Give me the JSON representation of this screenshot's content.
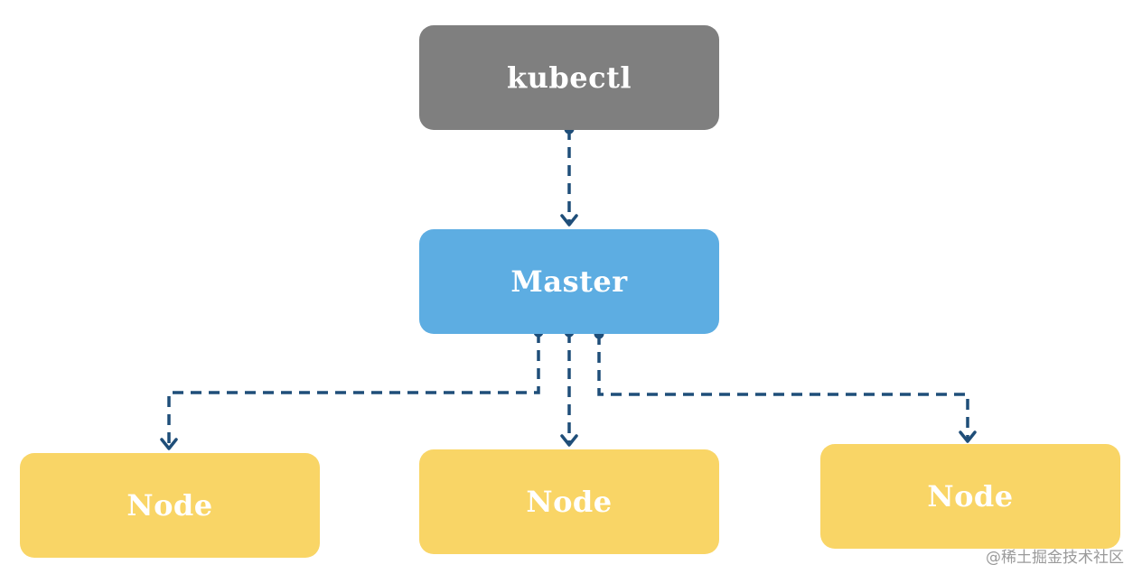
{
  "nodes": {
    "kubectl": {
      "label": "kubectl"
    },
    "master": {
      "label": "Master"
    },
    "workers": [
      {
        "label": "Node"
      },
      {
        "label": "Node"
      },
      {
        "label": "Node"
      }
    ]
  },
  "edges": [
    {
      "from": "kubectl",
      "to": "master",
      "style": "dashed"
    },
    {
      "from": "master",
      "to": "workers.0",
      "style": "dashed"
    },
    {
      "from": "master",
      "to": "workers.1",
      "style": "dashed"
    },
    {
      "from": "master",
      "to": "workers.2",
      "style": "dashed"
    }
  ],
  "colors": {
    "kubectl_fill": "#7f7f7f",
    "master_fill": "#5dade2",
    "node_fill": "#f9d566",
    "connector": "#1f4e79",
    "label_text": "#ffffff"
  },
  "watermark": "@稀土掘金技术社区"
}
